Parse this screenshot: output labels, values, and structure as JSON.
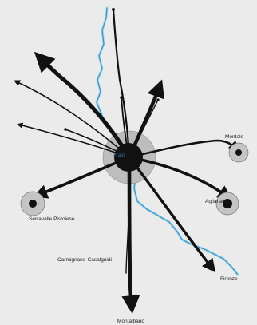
{
  "map": {
    "colors": {
      "background": "#ebebeb",
      "flow": "#111111",
      "river": "#3a8fc4",
      "river_highlight": "#9ed6f0",
      "hub_halo": "#bdbdbd",
      "node_halo": "#c4c4c4",
      "node_core": "#111111",
      "center_label": "#3a6a9a"
    },
    "center": {
      "label": "Prato",
      "type": "hub"
    },
    "places": [
      {
        "id": "montale",
        "label": "Montale"
      },
      {
        "id": "agliana",
        "label": "Agliana"
      },
      {
        "id": "serravalle",
        "label": "Serravalle Pistoiese"
      },
      {
        "id": "carmignano",
        "label": "Carmignano-Casalguidi"
      },
      {
        "id": "firenze",
        "label": "Firenze"
      },
      {
        "id": "montalbano",
        "label": "Montalbano"
      }
    ],
    "legend": []
  }
}
